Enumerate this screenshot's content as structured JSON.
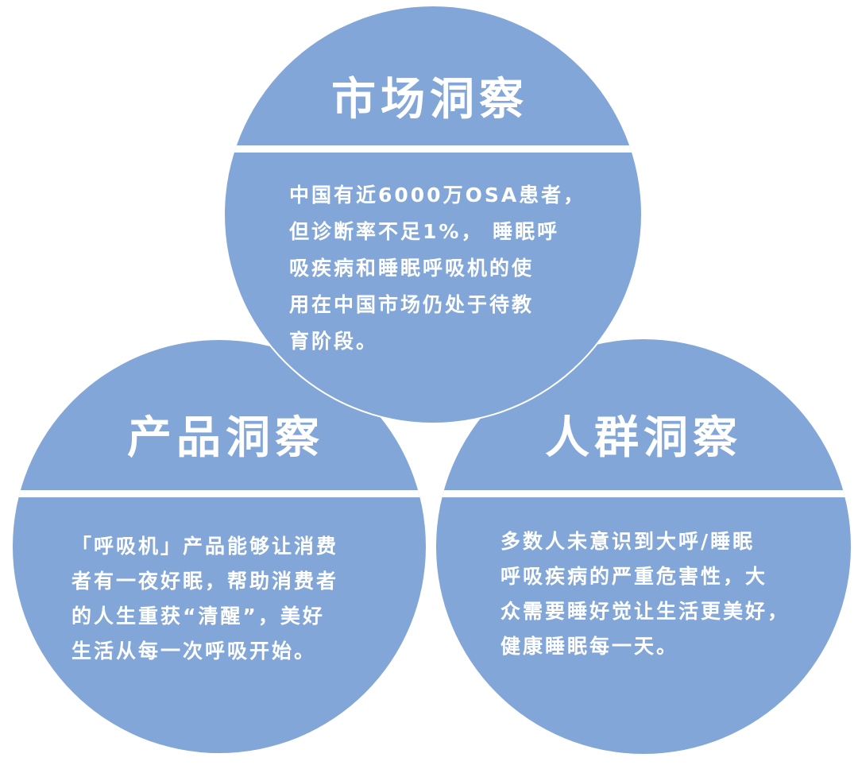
{
  "colors": {
    "circle_fill": "#82A6D8",
    "separator": "#FFFFFF",
    "text": "#FFFFFF",
    "background": "#FFFFFF"
  },
  "circles": {
    "top": {
      "title": "市场洞察",
      "lines": [
        "中国有近6000万OSA患者，",
        "但诊断率不足1%， 睡眠呼",
        "吸疾病和睡眠呼吸机的使",
        "用在中国市场仍处于待教",
        "育阶段。"
      ]
    },
    "left": {
      "title": "产品洞察",
      "lines": [
        "「呼吸机」产品能够让消费",
        "者有一夜好眠，帮助消费者",
        "的人生重获“清醒”，美好",
        "生活从每一次呼吸开始。"
      ]
    },
    "right": {
      "title": "人群洞察",
      "lines": [
        "多数人未意识到大呼/睡眠",
        "呼吸疾病的严重危害性，大",
        "众需要睡好觉让生活更美好，",
        "健康睡眠每一天。"
      ]
    }
  }
}
